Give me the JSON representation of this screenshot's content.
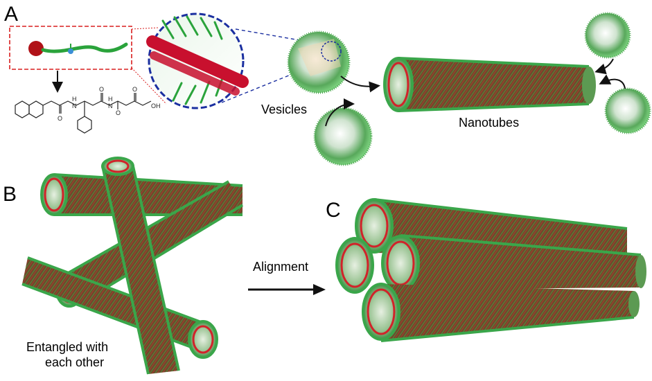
{
  "panels": {
    "a": {
      "letter": "A"
    },
    "b": {
      "letter": "B"
    },
    "c": {
      "letter": "C"
    }
  },
  "labels": {
    "vesicles": "Vesicles",
    "nanotubes": "Nanotubes",
    "alignment": "Alignment",
    "entangled_line1": "Entangled with",
    "entangled_line2": "each other"
  },
  "chemistry": {
    "carbonyl_o": "O",
    "amide_n": "N",
    "amide_h": "H",
    "acid_oh": "OH"
  },
  "colors": {
    "tube_body": "#7b4a2e",
    "tube_green": "#3aa64a",
    "tube_rim": "#d1232a",
    "head_group": "#c8102e",
    "side_group": "#3b8fd6",
    "zoom_box": "#d81e1e",
    "zoom_circle": "#1b2fa0"
  }
}
